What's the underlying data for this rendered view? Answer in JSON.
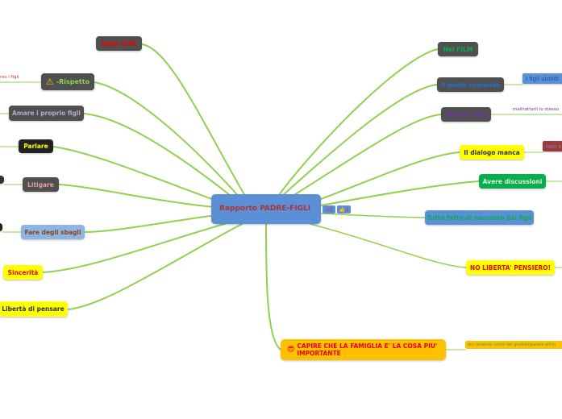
{
  "central": {
    "title": "Rapporto PADRE-FIGLI",
    "comments": "2",
    "likes": "1"
  },
  "left": [
    {
      "label": "Nella VITA"
    },
    {
      "label": "-Rispetto",
      "child": "rso i figli"
    },
    {
      "label": "Amare i proprio figli"
    },
    {
      "label": "Parlare"
    },
    {
      "label": "Litigare"
    },
    {
      "label": "Fare degli sbagli"
    },
    {
      "label": "Sincerità"
    },
    {
      "label": "Libertà di pensare"
    }
  ],
  "right": [
    {
      "label": "Nel FILM"
    },
    {
      "label": "Il padre comanda",
      "child": "I figli ubbidi"
    },
    {
      "label": "Amare i figli",
      "child": "maltrattarli lo stesso"
    },
    {
      "label": "Il dialogo manca",
      "child": "non s"
    },
    {
      "label": "Avere discussioni"
    },
    {
      "label": "Tutto fatto di nascosto dai figli"
    },
    {
      "label": "NO LIBERTA' PENSIERO!"
    }
  ],
  "bottom": {
    "label": "CAPIRE CHE LA FAMIGLIA E' LA COSA PIU' IMPORTANTE",
    "child": "pur tenendo conto del giudizio/parere altrui"
  }
}
